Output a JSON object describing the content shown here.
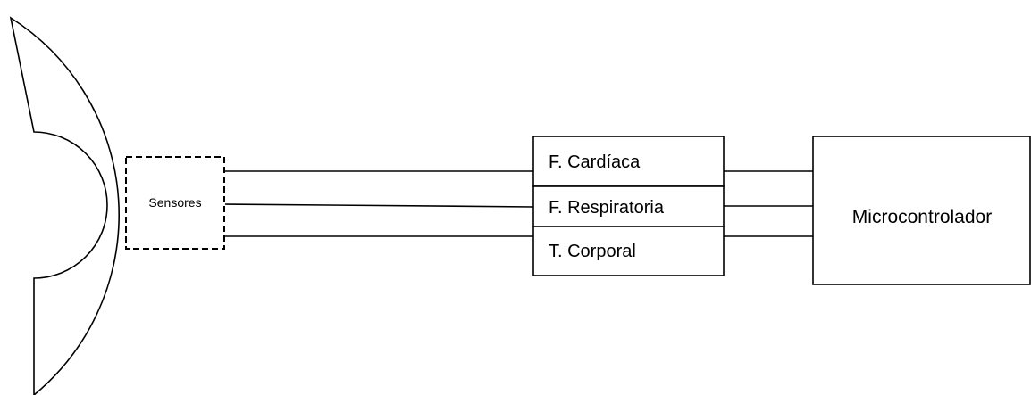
{
  "diagram": {
    "sensors_label": "Sensores",
    "signal_blocks": [
      {
        "label": "F. Cardíaca"
      },
      {
        "label": "F. Respiratoria"
      },
      {
        "label": "T. Corporal"
      }
    ],
    "controller_label": "Microcontrolador"
  }
}
